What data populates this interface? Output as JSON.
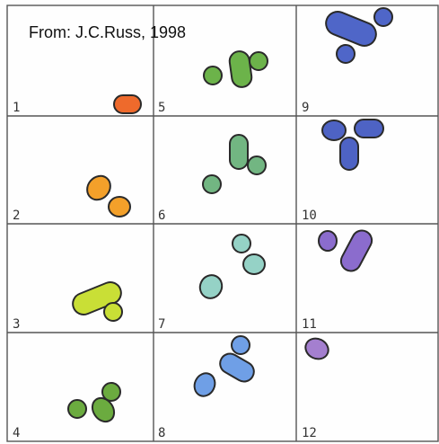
{
  "source_note": "From: J.C.Russ, 1998",
  "frames": [
    {
      "label": "1",
      "color": "#ee6a2c"
    },
    {
      "label": "2",
      "color": "#f3a02a"
    },
    {
      "label": "3",
      "color": "#c9df36"
    },
    {
      "label": "4",
      "color": "#6bab3f"
    },
    {
      "label": "5",
      "color": "#6cb34a"
    },
    {
      "label": "6",
      "color": "#72b682"
    },
    {
      "label": "7",
      "color": "#95d2c6"
    },
    {
      "label": "8",
      "color": "#6f9fe6"
    },
    {
      "label": "9",
      "color": "#4f66c8"
    },
    {
      "label": "10",
      "color": "#4e63c4"
    },
    {
      "label": "11",
      "color": "#8b6ccd"
    },
    {
      "label": "12",
      "color": "#a47fcf"
    }
  ]
}
